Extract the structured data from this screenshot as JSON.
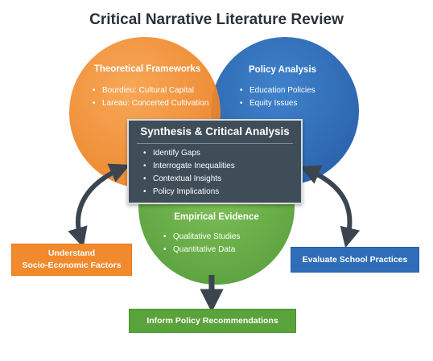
{
  "title": "Critical Narrative Literature Review",
  "colors": {
    "orange": "#f08a2c",
    "blue": "#2f6db8",
    "green": "#5aa33a",
    "dark": "#3f4d59",
    "arrow": "#3a4550"
  },
  "theoretical": {
    "title": "Theoretical Frameworks",
    "items": [
      "Bourdieu: Cultural Capital",
      "Lareau: Concerted Cultivation"
    ]
  },
  "policy": {
    "title": "Policy Analysis",
    "items": [
      "Education Policies",
      "Equity Issues"
    ]
  },
  "empirical": {
    "title": "Empirical Evidence",
    "items": [
      "Qualitative Studies",
      "Quantitative Data"
    ]
  },
  "synthesis": {
    "title": "Synthesis & Critical Analysis",
    "items": [
      "Identify Gaps",
      "Interrogate Inequalities",
      "Contextual Insights",
      "Policy Implications"
    ]
  },
  "outputs": {
    "left": "Understand\nSocio-Economic Factors",
    "right": "Evaluate School Practices",
    "bottom": "Inform Policy Recommendations"
  }
}
